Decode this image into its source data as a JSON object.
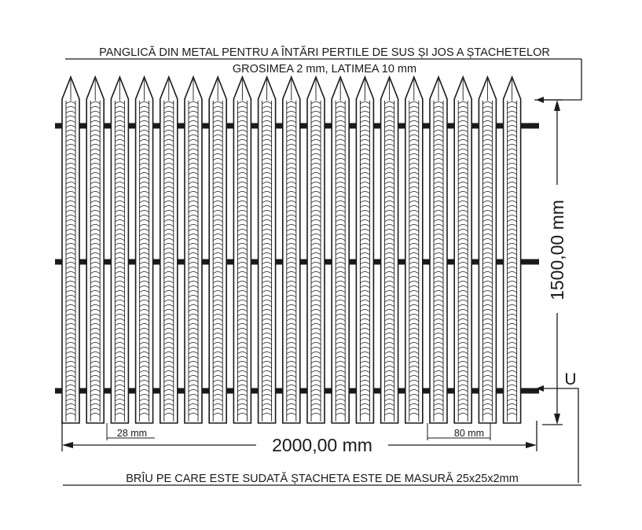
{
  "labels": {
    "top_band": "PANGLICĂ DIN METAL PENTRU A ÎNTĂRI PERTILE DE SUS ȘI JOS A ȘTACHETELOR",
    "top_band_dims": "GROSIMEA 2 mm, LATIMEA 10 mm",
    "height": "1500,00 mm",
    "width": "2000,00 mm",
    "gap": "28 mm",
    "picket_width": "80 mm",
    "profile": "U",
    "bottom_rail": "BRÎU PE CARE ESTE SUDATĂ ȘTACHETA ESTE DE MASURĂ 25x25x2mm"
  },
  "fence": {
    "picket_count": 19,
    "rail_count": 3
  }
}
